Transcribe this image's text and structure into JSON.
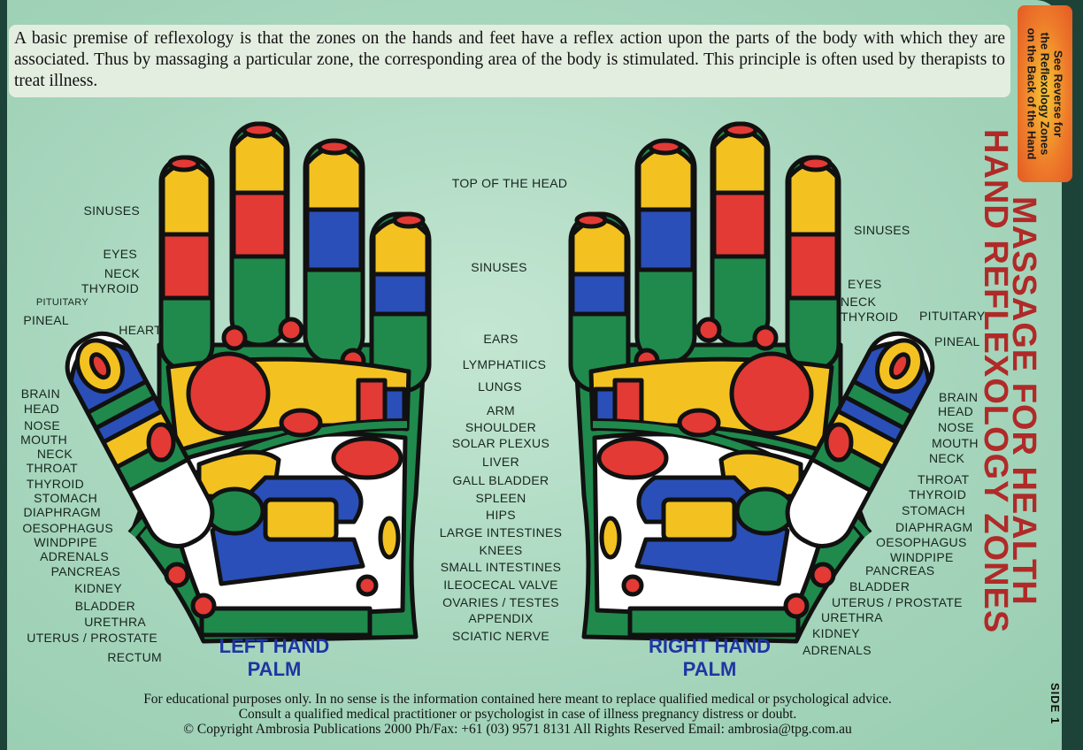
{
  "intro": "A basic premise of reflexology is that the zones on the hands and feet have a reflex action upon the parts of the body with which they are associated. Thus by massaging a particular zone, the corresponding area of the body is stimulated. This principle is often used by therapists to treat illness.",
  "note": {
    "line1": "See Reverse for",
    "line2": "the Reflexology Zones",
    "line3": "on the Back of the Hand"
  },
  "title": {
    "line1": "MASSAGE FOR HEALTH",
    "line2": "HAND REFLEXOLOGY ZONES",
    "side": "SIDE 1"
  },
  "left_hand": {
    "line1": "LEFT HAND",
    "line2": "PALM"
  },
  "right_hand": {
    "line1": "RIGHT HAND",
    "line2": "PALM"
  },
  "left_labels": [
    "SINUSES",
    "EYES",
    "NECK",
    "THYROID",
    "PITUITARY",
    "PINEAL",
    "HEART",
    "BRAIN",
    "HEAD",
    "NOSE",
    "MOUTH",
    "NECK",
    "THROAT",
    "THYROID",
    "STOMACH",
    "DIAPHRAGM",
    "OESOPHAGUS",
    "WINDPIPE",
    "ADRENALS",
    "PANCREAS",
    "KIDNEY",
    "BLADDER",
    "URETHRA",
    "UTERUS / PROSTATE",
    "RECTUM"
  ],
  "center_labels": [
    "TOP OF THE HEAD",
    "SINUSES",
    "EARS",
    "LYMPHATIICS",
    "LUNGS",
    "ARM",
    "SHOULDER",
    "SOLAR PLEXUS",
    "LIVER",
    "GALL BLADDER",
    "SPLEEN",
    "HIPS",
    "LARGE INTESTINES",
    "KNEES",
    "SMALL INTESTINES",
    "ILEOCECAL VALVE",
    "OVARIES / TESTES",
    "APPENDIX",
    "SCIATIC NERVE"
  ],
  "right_labels": [
    "SINUSES",
    "EYES",
    "NECK",
    "THYROID",
    "PITUITARY",
    "PINEAL",
    "BRAIN",
    "HEAD",
    "NOSE",
    "MOUTH",
    "NECK",
    "THROAT",
    "THYROID",
    "STOMACH",
    "DIAPHRAGM",
    "OESOPHAGUS",
    "WINDPIPE",
    "PANCREAS",
    "BLADDER",
    "UTERUS / PROSTATE",
    "URETHRA",
    "KIDNEY",
    "ADRENALS"
  ],
  "footer": {
    "line1": "For educational purposes only. In no sense is the information contained here meant to replace qualified medical or psychological advice.",
    "line2": "Consult a qualified medical practitioner or psychologist in case of illness pregnancy distress or doubt.",
    "line3": "© Copyright Ambrosia Publications 2000 Ph/Fax: +61 (03) 9571 8131 All Rights Reserved  Email: ambrosia@tpg.com.au"
  },
  "colors": {
    "red": "#e33a35",
    "yellow": "#f3c221",
    "blue": "#2a4fb8",
    "green": "#1f8a4c",
    "title": "#b02a28",
    "hand_label": "#1f35a3"
  }
}
